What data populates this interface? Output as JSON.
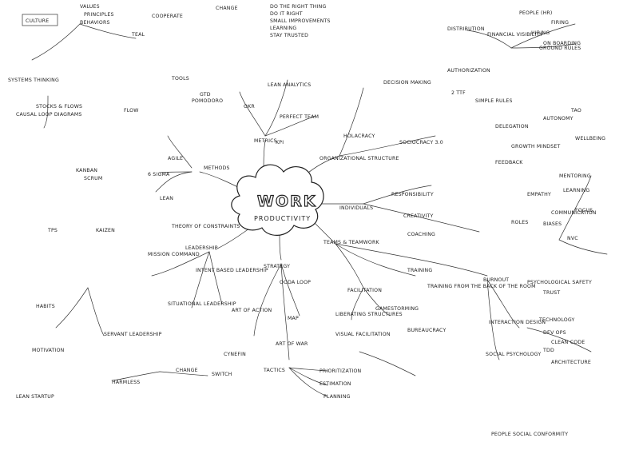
{
  "center": {
    "title": "WORK",
    "subtitle": "PRODUCTIVITY"
  },
  "nodes": [
    {
      "id": "methods",
      "text": "METHODS"
    },
    {
      "id": "metrics",
      "text": "METRICS"
    },
    {
      "id": "org",
      "text": "ORGANIZATIONAL STRUCTURE"
    },
    {
      "id": "indiv",
      "text": "INDIVIDUALS"
    },
    {
      "id": "teams",
      "text": "TEAMS & TEAMWORK"
    },
    {
      "id": "strategy",
      "text": "STRATEGY"
    },
    {
      "id": "leader",
      "text": "LEADERSHIP"
    },
    {
      "id": "lean",
      "text": "LEAN"
    },
    {
      "id": "agile",
      "text": "AGILE"
    },
    {
      "id": "sixsigma",
      "text": "6 SIGMA"
    },
    {
      "id": "culture",
      "text": "CULTURE"
    },
    {
      "id": "values",
      "text": "VALUES"
    },
    {
      "id": "principles",
      "text": "PRINCIPLES"
    },
    {
      "id": "behaviors",
      "text": "BEHAVIORS"
    },
    {
      "id": "cooperate",
      "text": "COOPERATE"
    },
    {
      "id": "change",
      "text": "CHANGE"
    },
    {
      "id": "teal",
      "text": "TEAL"
    },
    {
      "id": "okr",
      "text": "OKR"
    },
    {
      "id": "kpi",
      "text": "KPI"
    },
    {
      "id": "perfect",
      "text": "PERFECT TEAM"
    },
    {
      "id": "leanan",
      "text": "LEAN ANALYTICS"
    },
    {
      "id": "decision",
      "text": "DECISION MAKING"
    },
    {
      "id": "ottf",
      "text": "2 TTF"
    },
    {
      "id": "holacracy",
      "text": "HOLACRACY"
    },
    {
      "id": "sociocracy",
      "text": "SOCIOCRACY 3.0"
    },
    {
      "id": "responsibility",
      "text": "RESPONSIBILITY"
    },
    {
      "id": "creativity",
      "text": "CREATIVITY"
    },
    {
      "id": "coaching",
      "text": "COACHING"
    },
    {
      "id": "training",
      "text": "TRAINING"
    },
    {
      "id": "facilitation",
      "text": "FACILITATION"
    },
    {
      "id": "gamestorming",
      "text": "GAMESTORMING"
    },
    {
      "id": "liberating",
      "text": "LIBERATING STRUCTURES"
    },
    {
      "id": "visual",
      "text": "VISUAL FACILITATION"
    },
    {
      "id": "burnout",
      "text": "BURNOUT"
    },
    {
      "id": "interaction",
      "text": "INTERACTION DESIGN"
    },
    {
      "id": "socialpsy",
      "text": "SOCIAL PSYCHOLOGY"
    },
    {
      "id": "tactics",
      "text": "TACTICS"
    },
    {
      "id": "prioritization",
      "text": "PRIORITIZATION"
    },
    {
      "id": "estimation",
      "text": "ESTIMATION"
    },
    {
      "id": "planning",
      "text": "PLANNING"
    },
    {
      "id": "ooda",
      "text": "OODA LOOP"
    },
    {
      "id": "map",
      "text": "MAP"
    },
    {
      "id": "artaction",
      "text": "ART OF ACTION"
    },
    {
      "id": "artwar",
      "text": "ART OF WAR"
    },
    {
      "id": "cynefin",
      "text": "CYNEFIN"
    },
    {
      "id": "kanban",
      "text": "KANBAN"
    },
    {
      "id": "scrum",
      "text": "SCRUM"
    },
    {
      "id": "tps",
      "text": "TPS"
    },
    {
      "id": "toc",
      "text": "THEORY OF CONSTRAINTS"
    },
    {
      "id": "kaizen",
      "text": "KAIZEN"
    },
    {
      "id": "systems",
      "text": "SYSTEMS THINKING"
    },
    {
      "id": "causal",
      "text": "CAUSAL LOOP DIAGRAMS"
    },
    {
      "id": "stocks",
      "text": "STOCKS & FLOWS"
    },
    {
      "id": "flow",
      "text": "FLOW"
    },
    {
      "id": "tools",
      "text": "TOOLS"
    },
    {
      "id": "gtd",
      "text": "GTD"
    },
    {
      "id": "pomodoro",
      "text": "POMODORO"
    },
    {
      "id": "habits",
      "text": "HABITS"
    },
    {
      "id": "motivation",
      "text": "MOTIVATION"
    },
    {
      "id": "situational",
      "text": "SITUATIONAL LEADERSHIP"
    },
    {
      "id": "intent",
      "text": "INTENT BASED LEADERSHIP"
    },
    {
      "id": "servant",
      "text": "SERVANT LEADERSHIP"
    },
    {
      "id": "mission",
      "text": "MISSION COMMAND"
    },
    {
      "id": "psysafety",
      "text": "PSYCHOLOGICAL SAFETY"
    },
    {
      "id": "trust",
      "text": "TRUST"
    },
    {
      "id": "feedback",
      "text": "FEEDBACK"
    },
    {
      "id": "empathy",
      "text": "EMPATHY"
    },
    {
      "id": "growth",
      "text": "GROWTH MINDSET"
    },
    {
      "id": "learning",
      "text": "LEARNING"
    },
    {
      "id": "mentoring",
      "text": "MENTORING"
    },
    {
      "id": "focus",
      "text": "FOCUS"
    },
    {
      "id": "biases",
      "text": "BIASES"
    },
    {
      "id": "roles",
      "text": "ROLES"
    },
    {
      "id": "communication",
      "text": "COMMUNICATION"
    },
    {
      "id": "nvc",
      "text": "NVC"
    },
    {
      "id": "tao",
      "text": "TAO"
    },
    {
      "id": "architecture",
      "text": "ARCHITECTURE"
    },
    {
      "id": "cleancode",
      "text": "CLEAN CODE"
    },
    {
      "id": "tdd",
      "text": "TDD"
    },
    {
      "id": "devops",
      "text": "DEV OPS"
    },
    {
      "id": "technology",
      "text": "TECHNOLOGY"
    },
    {
      "id": "autonomy",
      "text": "AUTONOMY"
    },
    {
      "id": "wellbeing",
      "text": "WELLBEING"
    },
    {
      "id": "harmless",
      "text": "HARMLESS"
    },
    {
      "id": "leanstartup",
      "text": "LEAN STARTUP"
    },
    {
      "id": "delegation",
      "text": "DELEGATION"
    },
    {
      "id": "hiring",
      "text": "HIRING"
    },
    {
      "id": "onboarding",
      "text": "ON BOARDING"
    },
    {
      "id": "people",
      "text": "PEOPLE (HR)"
    },
    {
      "id": "firing",
      "text": "FIRING"
    },
    {
      "id": "ground",
      "text": "GROUND RULES"
    },
    {
      "id": "financial",
      "text": "FINANCIAL VISIBILITY"
    },
    {
      "id": "distribution",
      "text": "DISTRIBUTION"
    },
    {
      "id": "authorization",
      "text": "AUTHORIZATION"
    },
    {
      "id": "simple",
      "text": "SIMPLE RULES"
    },
    {
      "id": "peoplepsy",
      "text": "PEOPLE SOCIAL CONFORMITY"
    },
    {
      "id": "switch",
      "text": "SWITCH"
    },
    {
      "id": "changelbl",
      "text": "CHANGE"
    },
    {
      "id": "bureau",
      "text": "BUREAUCRACY"
    },
    {
      "id": "room",
      "text": "TRAINING FROM THE BACK OF THE ROOM"
    }
  ],
  "note": {
    "lines": [
      "DO THE RIGHT THING",
      "DO IT RIGHT",
      "SMALL IMPROVEMENTS",
      "LEARNING",
      "STAY TRUSTED"
    ]
  }
}
